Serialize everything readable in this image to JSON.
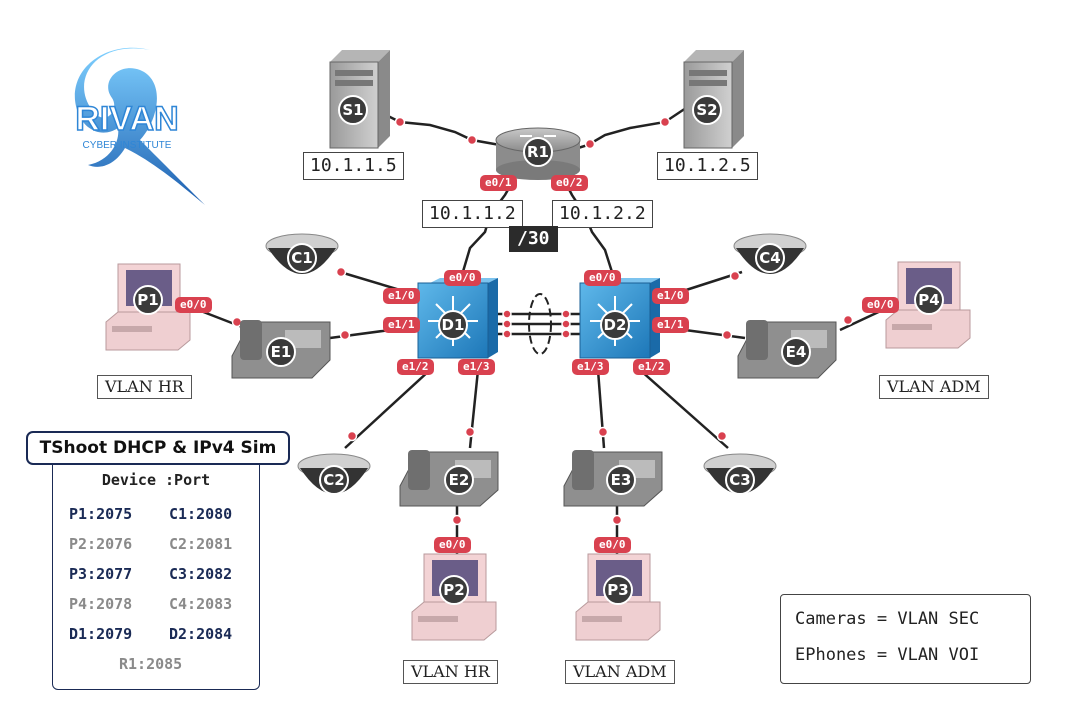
{
  "logo": {
    "title": "RIVAN",
    "subtitle": "CYBER INSTITUTE"
  },
  "nodes": {
    "S1": "S1",
    "S2": "S2",
    "R1": "R1",
    "D1": "D1",
    "D2": "D2",
    "P1": "P1",
    "P2": "P2",
    "P3": "P3",
    "P4": "P4",
    "C1": "C1",
    "C2": "C2",
    "C3": "C3",
    "C4": "C4",
    "E1": "E1",
    "E2": "E2",
    "E3": "E3",
    "E4": "E4"
  },
  "addresses": {
    "s1_ip": "10.1.1.5",
    "s2_ip": "10.1.2.5",
    "r1_d1_link": "10.1.1.2",
    "r1_d2_link": "10.1.2.2",
    "mask": "/30"
  },
  "ports": {
    "r1_e01": "e0/1",
    "r1_e02": "e0/2",
    "d1_e00": "e0/0",
    "d1_e10": "e1/0",
    "d1_e11": "e1/1",
    "d1_e12": "e1/2",
    "d1_e13": "e1/3",
    "d2_e00": "e0/0",
    "d2_e10": "e1/0",
    "d2_e11": "e1/1",
    "d2_e12": "e1/2",
    "d2_e13": "e1/3",
    "p1_e00": "e0/0",
    "p2_e00": "e0/0",
    "p3_e00": "e0/0",
    "p4_e00": "e0/0"
  },
  "vlans": {
    "p1": "VLAN HR",
    "p2": "VLAN HR",
    "p3": "VLAN ADM",
    "p4": "VLAN ADM"
  },
  "table": {
    "title": "TShoot DHCP & IPv4 Sim",
    "header": "Device :Port",
    "rows": [
      {
        "left": "P1:2075",
        "right": "C1:2080"
      },
      {
        "left": "P2:2076",
        "right": "C2:2081"
      },
      {
        "left": "P3:2077",
        "right": "C3:2082"
      },
      {
        "left": "P4:2078",
        "right": "C4:2083"
      },
      {
        "left": "D1:2079",
        "right": "D2:2084"
      }
    ],
    "footer": "R1:2085"
  },
  "legend": {
    "cameras": "Cameras = VLAN SEC",
    "ephones": "EPhones = VLAN VOI"
  },
  "colors": {
    "port_tag": "#d9414f",
    "switch": "#2a8fcf",
    "link": "#222222",
    "dot": "#d9414f",
    "table_border": "#1a2a55"
  }
}
